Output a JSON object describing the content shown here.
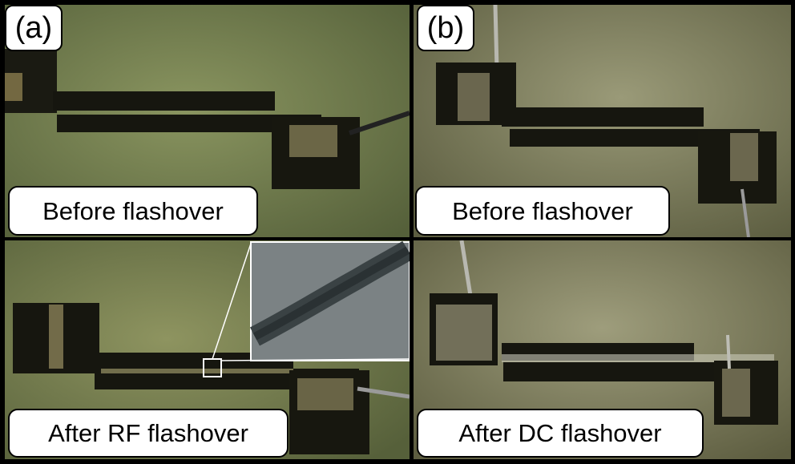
{
  "panels": {
    "a": {
      "tag": "(a)",
      "top_caption": "Before flashover",
      "bottom_caption": "After RF flashover"
    },
    "b": {
      "tag": "(b)",
      "top_caption": "Before flashover",
      "bottom_caption": "After DC flashover"
    }
  },
  "colors": {
    "background": "#000000",
    "caption_bg": "#ffffff"
  }
}
